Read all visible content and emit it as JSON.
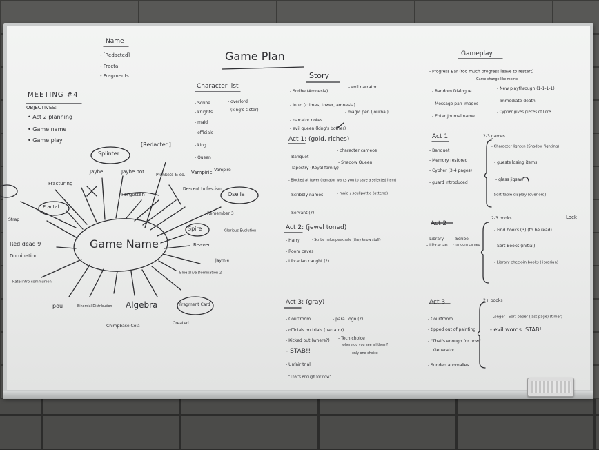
{
  "name_section": {
    "heading": "Name",
    "items": [
      "- [Redacted]",
      "- Fractal",
      "- Fragments"
    ]
  },
  "meeting": {
    "heading": "MEETING #4",
    "objectives_label": "OBJECTIVES:",
    "objectives": [
      "• Act 2 planning",
      "• Game name",
      "• Game play"
    ]
  },
  "title": "Game Plan",
  "characters": {
    "heading": "Character list",
    "left": [
      "- Scribe",
      "- knights",
      "- maid",
      "- officials",
      "- king",
      "- Queen"
    ],
    "right": [
      "- overlord",
      "(king's sister)",
      "- Vampire"
    ]
  },
  "story": {
    "heading": "Story",
    "intro": [
      "- Scribe (Amnesia)",
      "- evil narrator",
      "- Intro (crimes, tower, amnesia)",
      "- narrator notes",
      "- magic pen (journal)",
      "- evil queen (king's bother)"
    ],
    "act1_heading": "Act 1: (gold, riches)",
    "act1": [
      "- Banquet",
      "- character cameos",
      "- Tapestry (Royal family)",
      "- Shadow Queen",
      "- Blocked at tower (narrator wants you to save a selected item)",
      "- Scribbly names",
      "- maid / scullpottie (attend)",
      "- Servant (?)"
    ],
    "act2_heading": "Act 2: (jewel toned)",
    "act2": [
      "- Harry",
      "- Scribe helps peek sale (they know stuff)",
      "- Room caves",
      "- Librarian caught (?)"
    ],
    "act3_heading": "Act 3: (gray)",
    "act3": [
      "- Courtroom",
      "- para. logo (?)",
      "- officials on trials (narrator)",
      "- Kicked out (where?)",
      "- Tech choice",
      "where do you see all them?",
      "- STAB!!",
      "only one choice",
      "- Unfair trial",
      "\"That's enough for now\""
    ]
  },
  "gameplay": {
    "heading": "Gameplay",
    "intro": [
      "- Progress Bar (too much progress leave to restart)",
      "Game change like memo",
      "- Random Dialogue",
      "- New playthrough (1-1-1-1)",
      "- Message pan images",
      "- Immediate death",
      "- Enter Journal name",
      "- Cypher gives pieces of Lore"
    ],
    "act1_heading": "Act 1",
    "act1": [
      "- Banquet",
      "- Memory restored",
      "- Cypher (3-4 pages)",
      "- guard introduced"
    ],
    "act1_games_label": "2-3 games",
    "act1_games": [
      "- Character lighten (Shadow fighting)",
      "- guests losing items",
      "- glass jigsaw",
      "- Sort table display (overlord)"
    ],
    "act2_heading": "Act 2",
    "act2": [
      "- Library",
      "- Scribe",
      "- Librarian",
      "- random cameo"
    ],
    "act2_games_label": "2-3 books",
    "act2_games": [
      "- Find books (3) (to be read)",
      "- Sort Books (initial)",
      "- Library check-in books (librarian)"
    ],
    "act2_note": "Lock",
    "act3_heading": "Act 3",
    "act3": [
      "- Courtroom",
      "- tipped out of painting",
      "- \"That's enough for now\"",
      "Generator",
      "- Sudden anomalies"
    ],
    "act3_games_label": "2+ books",
    "act3_games": [
      "- Longer - Sort paper (last page) (timer)",
      "- evil words: STAB!"
    ]
  },
  "mindmap": {
    "center": "Game Name",
    "nodes": [
      "Splinter",
      "[Redacted]",
      "Jaybe",
      "Jaybe not",
      "Fracturing",
      "Forgotten",
      "Fractal",
      "Plunkets & co.",
      "Vampiric",
      "Descent to fascism",
      "Oselia",
      "Remember 3",
      "Spire",
      "Glorious Evolution",
      "Reaver",
      "Jaymie",
      "Red dead 9",
      "Domination",
      "Blue alive Domination 2",
      "Rate intro communion",
      "pou",
      "Binomial Distribution",
      "Algebra",
      "Fragment Card",
      "Chimpbase Cola",
      "Created",
      "Strap"
    ]
  },
  "colors": {
    "board": "#eeefee",
    "ink": "#2f2f33",
    "frame": "#c9cbcb",
    "wall": "#585856"
  }
}
